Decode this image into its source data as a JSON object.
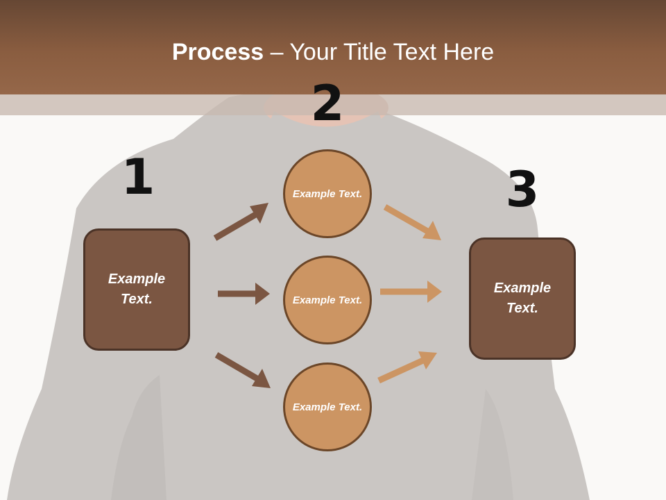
{
  "slide": {
    "title_bold": "Process",
    "title_rest": " – Your Title Text Here"
  },
  "steps": {
    "one": "1",
    "two": "2",
    "three": "3"
  },
  "boxes": {
    "left": "Example Text.",
    "right": "Example Text."
  },
  "circles": {
    "top": "Example Text.",
    "middle": "Example Text.",
    "bottom": "Example Text."
  },
  "colors": {
    "header": "#8a5d40",
    "box_fill": "#7b5642",
    "circle_fill": "#cc9563",
    "arrow_dark": "#7b5642",
    "arrow_light": "#cc9563"
  }
}
